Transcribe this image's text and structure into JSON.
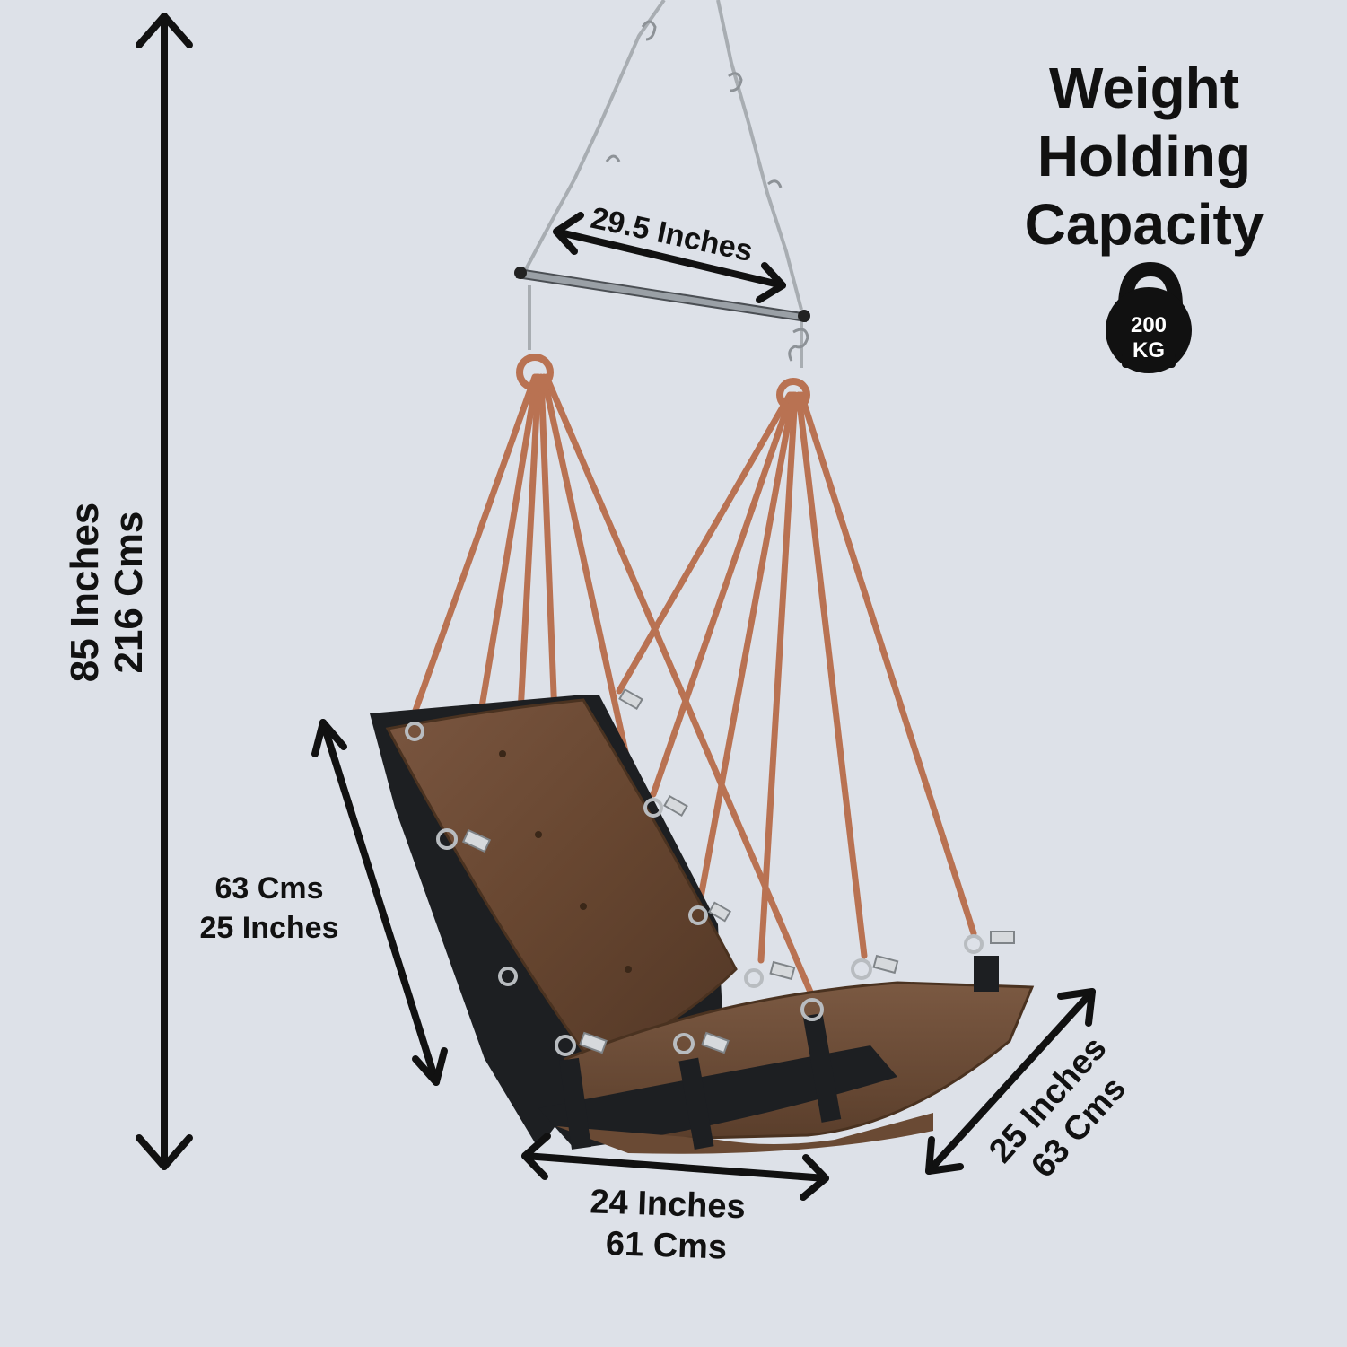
{
  "colors": {
    "background": "#dde1e8",
    "arrow": "#111111",
    "rope": "#b97252",
    "cushion": "#6b4a33",
    "strap": "#1d1f22",
    "metal": "#9fa4a8"
  },
  "weight_badge": {
    "title_lines": [
      "Weight",
      "Holding",
      "Capacity"
    ],
    "icon": "kettlebell-icon",
    "value": "200",
    "unit": "KG"
  },
  "dimensions": {
    "total_height": {
      "line1": "85 Inches",
      "line2": "216 Cms"
    },
    "bar_width": {
      "line1": "29.5 Inches"
    },
    "backrest_height": {
      "line1": "63 Cms",
      "line2": "25 Inches"
    },
    "seat_width": {
      "line1": "24 Inches",
      "line2": "61 Cms"
    },
    "seat_depth": {
      "line1": "25 Inches",
      "line2": "63 Cms"
    }
  },
  "product": {
    "icon": "hanging-swing-chair"
  }
}
